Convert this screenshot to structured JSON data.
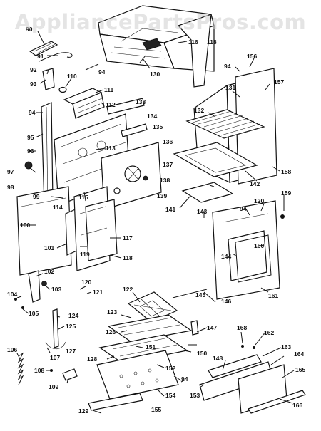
{
  "watermark": "AppliancePartsPros.com",
  "labels": [
    {
      "id": "p90",
      "text": "90"
    },
    {
      "id": "p91",
      "text": "91"
    },
    {
      "id": "p92",
      "text": "92"
    },
    {
      "id": "p93",
      "text": "93"
    },
    {
      "id": "p94a",
      "text": "94"
    },
    {
      "id": "p94b",
      "text": "94"
    },
    {
      "id": "p94c",
      "text": "94"
    },
    {
      "id": "p94d",
      "text": "94"
    },
    {
      "id": "p94e",
      "text": "94"
    },
    {
      "id": "p95",
      "text": "95"
    },
    {
      "id": "p96",
      "text": "96"
    },
    {
      "id": "p97",
      "text": "97"
    },
    {
      "id": "p98",
      "text": "98"
    },
    {
      "id": "p99",
      "text": "99"
    },
    {
      "id": "p100",
      "text": "100"
    },
    {
      "id": "p101",
      "text": "101"
    },
    {
      "id": "p102",
      "text": "102"
    },
    {
      "id": "p103",
      "text": "103"
    },
    {
      "id": "p104",
      "text": "104"
    },
    {
      "id": "p105",
      "text": "105"
    },
    {
      "id": "p106",
      "text": "106"
    },
    {
      "id": "p107",
      "text": "107"
    },
    {
      "id": "p108",
      "text": "108"
    },
    {
      "id": "p109",
      "text": "109"
    },
    {
      "id": "p110",
      "text": "110"
    },
    {
      "id": "p111",
      "text": "111"
    },
    {
      "id": "p112",
      "text": "112"
    },
    {
      "id": "p113",
      "text": "113"
    },
    {
      "id": "p114",
      "text": "114"
    },
    {
      "id": "p115",
      "text": "115"
    },
    {
      "id": "p116",
      "text": "116"
    },
    {
      "id": "p117",
      "text": "117"
    },
    {
      "id": "p118a",
      "text": "118"
    },
    {
      "id": "p118b",
      "text": "118"
    },
    {
      "id": "p119",
      "text": "119"
    },
    {
      "id": "p120a",
      "text": "120"
    },
    {
      "id": "p120b",
      "text": "120"
    },
    {
      "id": "p121",
      "text": "121"
    },
    {
      "id": "p122",
      "text": "122"
    },
    {
      "id": "p123",
      "text": "123"
    },
    {
      "id": "p124",
      "text": "124"
    },
    {
      "id": "p125",
      "text": "125"
    },
    {
      "id": "p126",
      "text": "126"
    },
    {
      "id": "p127",
      "text": "127"
    },
    {
      "id": "p128",
      "text": "128"
    },
    {
      "id": "p129",
      "text": "129"
    },
    {
      "id": "p130",
      "text": "130"
    },
    {
      "id": "p131",
      "text": "131"
    },
    {
      "id": "p132",
      "text": "132"
    },
    {
      "id": "p133",
      "text": "133"
    },
    {
      "id": "p134",
      "text": "134"
    },
    {
      "id": "p135",
      "text": "135"
    },
    {
      "id": "p136",
      "text": "136"
    },
    {
      "id": "p137",
      "text": "137"
    },
    {
      "id": "p138",
      "text": "138"
    },
    {
      "id": "p139",
      "text": "139"
    },
    {
      "id": "p141",
      "text": "141"
    },
    {
      "id": "p142",
      "text": "142"
    },
    {
      "id": "p143",
      "text": "143"
    },
    {
      "id": "p144",
      "text": "144"
    },
    {
      "id": "p145",
      "text": "145"
    },
    {
      "id": "p146",
      "text": "146"
    },
    {
      "id": "p147",
      "text": "147"
    },
    {
      "id": "p148",
      "text": "148"
    },
    {
      "id": "p150",
      "text": "150"
    },
    {
      "id": "p151",
      "text": "151"
    },
    {
      "id": "p152",
      "text": "152"
    },
    {
      "id": "p153",
      "text": "153"
    },
    {
      "id": "p154",
      "text": "154"
    },
    {
      "id": "p155",
      "text": "155"
    },
    {
      "id": "p156",
      "text": "156"
    },
    {
      "id": "p157",
      "text": "157"
    },
    {
      "id": "p158",
      "text": "158"
    },
    {
      "id": "p159",
      "text": "159"
    },
    {
      "id": "p160",
      "text": "160"
    },
    {
      "id": "p161",
      "text": "161"
    },
    {
      "id": "p162",
      "text": "162"
    },
    {
      "id": "p163",
      "text": "163"
    },
    {
      "id": "p164",
      "text": "164"
    },
    {
      "id": "p165",
      "text": "165"
    },
    {
      "id": "p166",
      "text": "166"
    },
    {
      "id": "p168",
      "text": "168"
    }
  ]
}
